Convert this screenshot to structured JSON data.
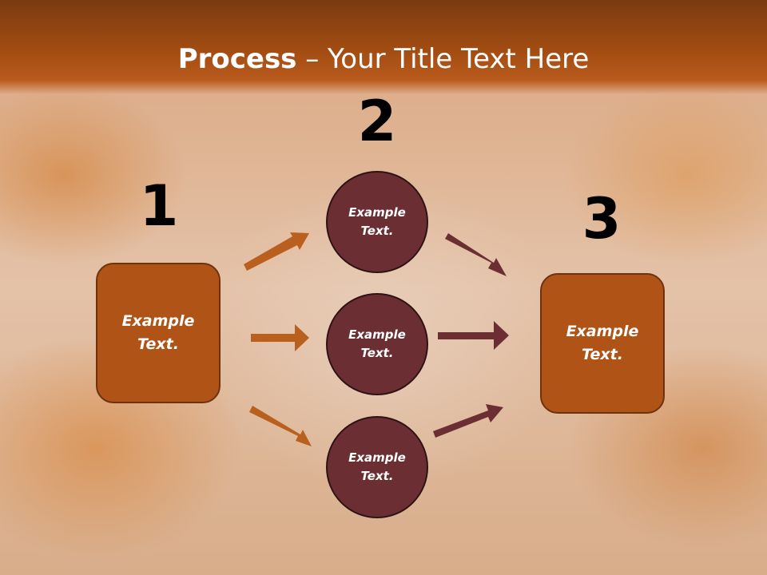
{
  "title": {
    "bold": "Process",
    "rest": " – Your Title Text Here"
  },
  "steps": [
    {
      "number": "1",
      "label": "Example Text."
    },
    {
      "number": "2",
      "label": "Example Text."
    },
    {
      "number": "3",
      "label": "Example Text."
    }
  ],
  "middle_nodes": [
    {
      "label": "Example Text."
    },
    {
      "label": "Example Text."
    },
    {
      "label": "Example Text."
    }
  ],
  "colors": {
    "accent": "#b05316",
    "node": "#6b2f33",
    "arrow_orange": "#b9601f",
    "arrow_maroon": "#6b2f33"
  }
}
